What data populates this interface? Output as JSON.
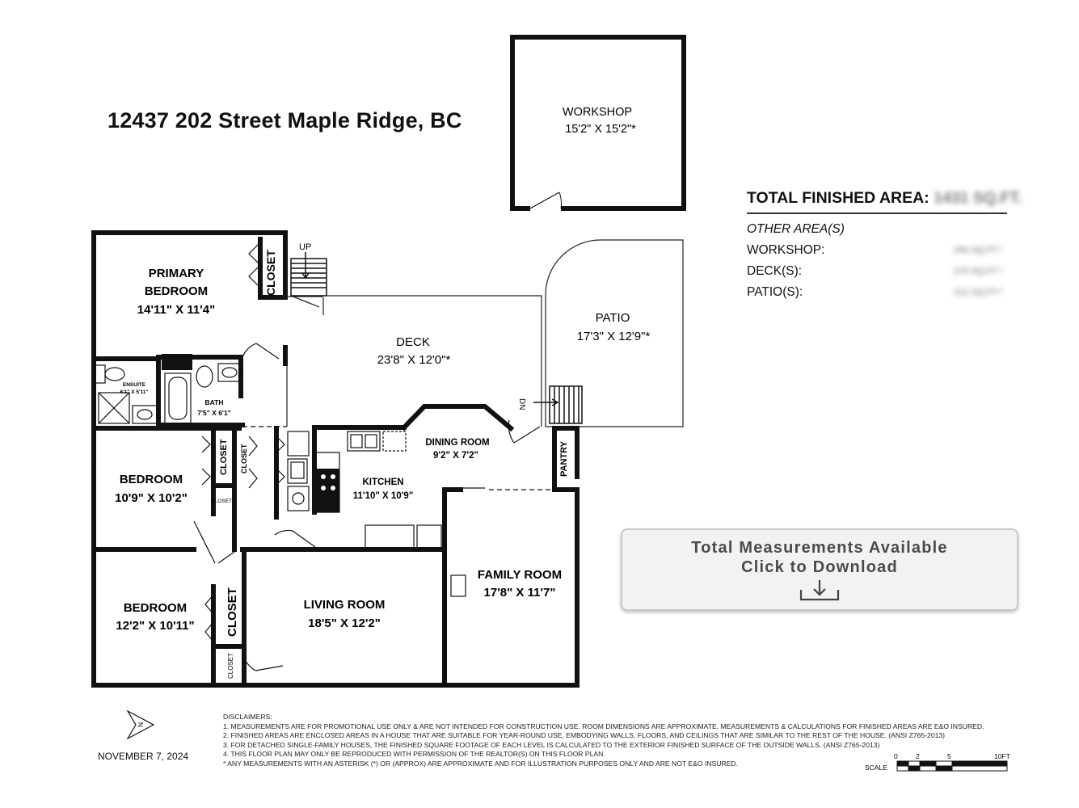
{
  "address": "12437 202 Street Maple Ridge, BC",
  "rooms": {
    "workshop": {
      "name": "WORKSHOP",
      "dims": "15'2\" X 15'2\"*"
    },
    "primary_bedroom": {
      "name_line1": "PRIMARY",
      "name_line2": "BEDROOM",
      "dims": "14'11\" X 11'4\""
    },
    "deck": {
      "name": "DECK",
      "dims": "23'8\" X 12'0\"*"
    },
    "patio": {
      "name": "PATIO",
      "dims": "17'3\" X 12'9\"*"
    },
    "ensuite": {
      "name": "ENSUITE",
      "dims": "6'1\" X 5'11\""
    },
    "bath": {
      "name": "BATH",
      "dims": "7'5\" X 6'1\""
    },
    "dining_room": {
      "name": "DINING ROOM",
      "dims": "9'2\" X 7'2\""
    },
    "kitchen": {
      "name": "KITCHEN",
      "dims": "11'10\" X 10'9\""
    },
    "bedroom_1": {
      "name": "BEDROOM",
      "dims": "10'9\" X 10'2\""
    },
    "bedroom_2": {
      "name": "BEDROOM",
      "dims": "12'2\" X 10'11\""
    },
    "living_room": {
      "name": "LIVING ROOM",
      "dims": "18'5\" X 12'2\""
    },
    "family_room": {
      "name": "FAMILY ROOM",
      "dims": "17'8\" X 11'7\""
    }
  },
  "labels": {
    "closet": "CLOSET",
    "closet_small": "CLOSET",
    "pantry": "PANTRY",
    "up": "UP",
    "dn": "DN",
    "north": "N"
  },
  "area_summary": {
    "total_label": "TOTAL FINISHED AREA:",
    "total_value": "1431 SQ.FT.",
    "other_label": "OTHER AREA(S)",
    "rows": [
      {
        "label": "WORKSHOP:",
        "value": "256 SQ.FT.*"
      },
      {
        "label": "DECK(S):",
        "value": "276 SQ.FT.*"
      },
      {
        "label": "PATIO(S):",
        "value": "212 SQ.FT.*"
      }
    ]
  },
  "download_button": {
    "line1": "Total Measurements Available",
    "line2": "Click to Download",
    "icon": "download-icon"
  },
  "date": "NOVEMBER 7, 2024",
  "disclaimers": {
    "heading": "DISCLAIMERS:",
    "items": [
      "1. MEASUREMENTS ARE FOR PROMOTIONAL USE ONLY & ARE NOT INTENDED FOR CONSTRUCTION USE. ROOM DIMENSIONS ARE APPROXIMATE. MEASUREMENTS & CALCULATIONS FOR FINISHED AREAS ARE E&O INSURED.",
      "2. FINISHED AREAS ARE ENCLOSED AREAS IN A HOUSE THAT ARE SUITABLE FOR YEAR-ROUND USE, EMBODYING WALLS, FLOORS, AND CEILINGS THAT ARE SIMILAR TO THE REST OF THE HOUSE. (ANSI Z765-2013)",
      "3. FOR DETACHED SINGLE-FAMILY HOUSES, THE FINISHED SQUARE FOOTAGE OF EACH LEVEL IS CALCULATED TO THE EXTERIOR FINISHED SURFACE OF THE OUTSIDE WALLS. (ANSI Z765-2013)",
      "4. THIS FLOOR PLAN MAY ONLY BE REPRODUCED WITH PERMISSION OF THE REALTOR(S) ON THIS FLOOR PLAN.",
      "* ANY MEASUREMENTS WITH AN ASTERISK (*) OR (APPROX) ARE APPROXIMATE AND FOR ILLUSTRATION PURPOSES ONLY AND ARE NOT E&O INSURED."
    ]
  },
  "scale": {
    "label": "SCALE",
    "ticks": [
      "0",
      "2",
      "5",
      "10FT"
    ]
  }
}
